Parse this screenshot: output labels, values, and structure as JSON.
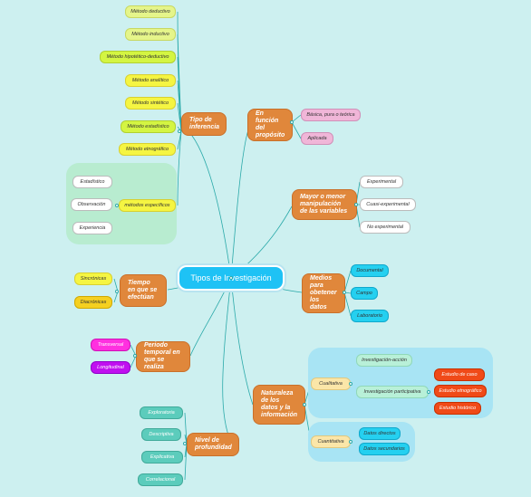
{
  "root": "Tipos de Investigación",
  "topics": {
    "inferencia": {
      "label": "Tipo de inferencia",
      "children": [
        "Método deductivo",
        "Método inductivo",
        "Método hipotético-deductivo",
        "Método analítico",
        "Método sintético",
        "Método estadístico",
        "Método etnográfico",
        "métodos específicos"
      ],
      "especificos": [
        "Estadístico",
        "Observación",
        "Experiencia"
      ]
    },
    "proposito": {
      "label": "En función del propósito",
      "children": [
        "Básica, pura o teórica",
        "Aplicada"
      ]
    },
    "manipulacion": {
      "label": "Mayor o menor manipulación de las variables",
      "children": [
        "Experimental",
        "Cuasi-experimental",
        "No experimental"
      ]
    },
    "medios": {
      "label": "Medios para obetener los datos",
      "children": [
        "Documental",
        "Campo",
        "Laboratorio"
      ]
    },
    "naturaleza": {
      "label": "Naturaleza de los datos y la información",
      "cualitativa": {
        "label": "Cualitativa",
        "children": [
          "Investigación-acción",
          "Investigación participativa"
        ],
        "participativa": [
          "Estudio de caso",
          "Estudio etnográfico",
          "Estudio histórico"
        ]
      },
      "cuantitativa": {
        "label": "Cuantitativa",
        "children": [
          "Datos directos",
          "Datos secundarios"
        ]
      }
    },
    "profundidad": {
      "label": "Nivel de profundidad",
      "children": [
        "Exploratoria",
        "Descriptiva",
        "Explicativa",
        "Correlacional"
      ]
    },
    "periodo": {
      "label": "Periodo temporal en que se realiza",
      "children": [
        "Transversal",
        "Longitudinal"
      ]
    },
    "tiempo": {
      "label": "Tiempo en que se efectúan",
      "children": [
        "Sincrónicas",
        "Diacrónicas"
      ]
    }
  },
  "colors": {
    "background": "#cdf0f0",
    "topic": "#e0873b",
    "root": "#1ec2f5",
    "connector": "#2aa9a9"
  }
}
